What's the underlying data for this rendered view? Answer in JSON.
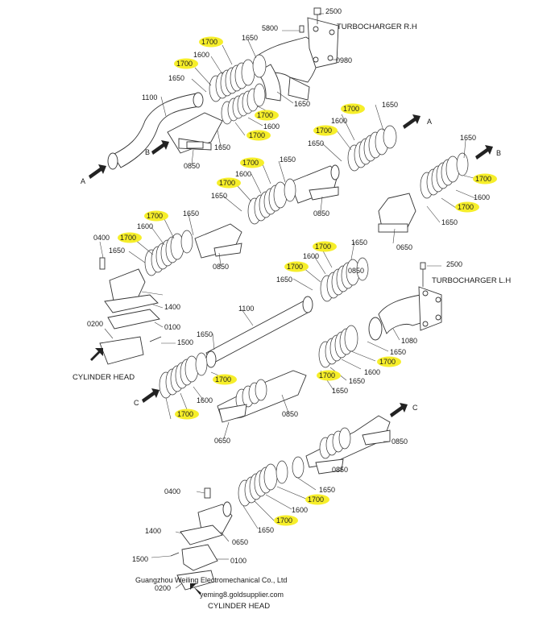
{
  "watermark": {
    "company": "Guangzhou Weiling Electromechanical Co., Ltd",
    "email": "yeming8.goldsupplier.com"
  },
  "labels": {
    "turbo_rh": "TURBOCHARGER R.H",
    "turbo_lh": "TURBOCHARGER L.H",
    "cyl_head_upper": "CYLINDER HEAD",
    "cyl_head_lower": "CYLINDER HEAD"
  },
  "flow_markers": {
    "a1": "A",
    "a2": "A",
    "b1": "B",
    "b2": "B",
    "c1": "C",
    "c2": "C"
  },
  "callouts": [
    "2500",
    "1650",
    "1700",
    "5800",
    "1600",
    "1700",
    "1650",
    "0980",
    "1100",
    "1650",
    "1700",
    "1600",
    "1700",
    "1650",
    "0850",
    "1700",
    "1650",
    "1600",
    "1700",
    "1650",
    "1700",
    "1650",
    "1600",
    "1700",
    "1650",
    "0850",
    "1650",
    "1700",
    "1600",
    "1700",
    "1650",
    "0850",
    "1700",
    "1650",
    "1600",
    "1700",
    "1650",
    "0400",
    "0850",
    "0650",
    "1700",
    "1650",
    "1600",
    "1700",
    "1650",
    "2500",
    "1400",
    "0100",
    "0200",
    "1500",
    "1100",
    "1650",
    "1080",
    "1650",
    "1600",
    "1700",
    "1650",
    "1700",
    "1700",
    "1600",
    "1650",
    "1700",
    "0850",
    "0650",
    "0850",
    "0850",
    "0400",
    "1650",
    "1700",
    "1600",
    "1400",
    "1700",
    "1650",
    "0650",
    "1500",
    "0100",
    "0200"
  ]
}
